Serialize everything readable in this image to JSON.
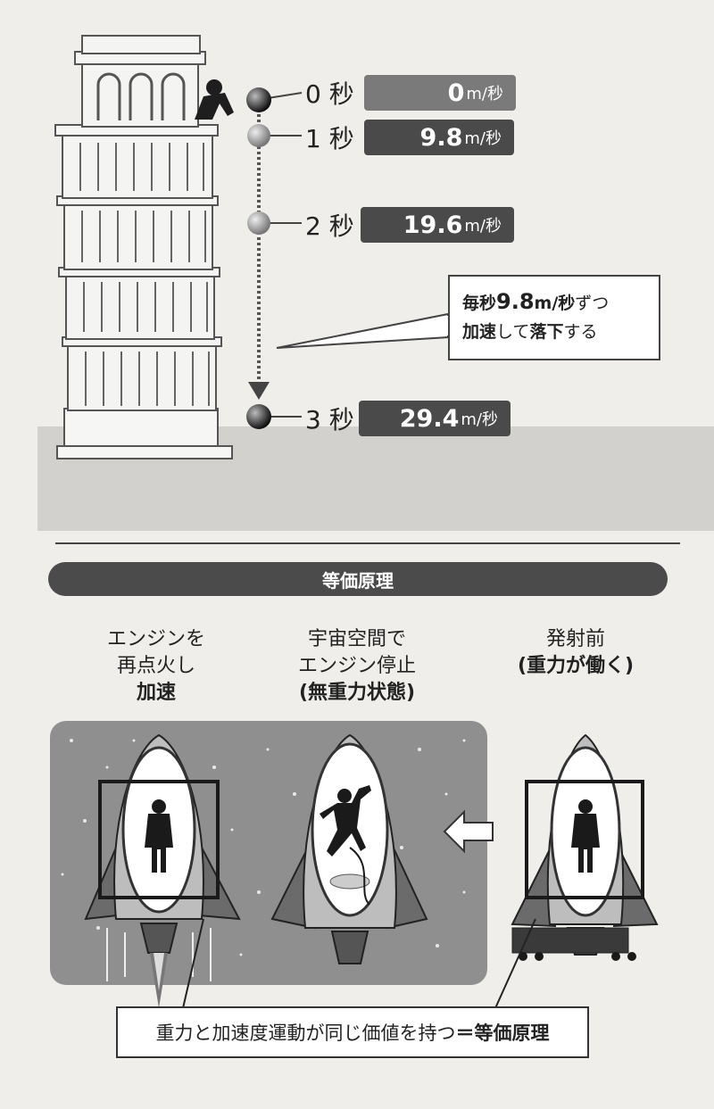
{
  "fall": {
    "times": [
      {
        "label": "0 秒",
        "speed": "0",
        "unit": "m/秒"
      },
      {
        "label": "1 秒",
        "speed": "9.8",
        "unit": "m/秒"
      },
      {
        "label": "2 秒",
        "speed": "19.6",
        "unit": "m/秒"
      },
      {
        "label": "3 秒",
        "speed": "29.4",
        "unit": "m/秒"
      }
    ],
    "callout": {
      "line1_prefix": "毎秒",
      "line1_num": "9.8",
      "line1_unit": "m/秒",
      "line1_suffix": "ずつ",
      "line2_a": "加速",
      "line2_b": "して",
      "line2_c": "落下",
      "line2_d": "する"
    }
  },
  "equivalence": {
    "banner": "等価原理",
    "left": {
      "line1": "エンジンを",
      "line2": "再点火し",
      "line3": "加速"
    },
    "middle": {
      "line1": "宇宙空間で",
      "line2": "エンジン停止",
      "line3": "(無重力状態)"
    },
    "right": {
      "line1": "発射前",
      "line2": "(重力が働く)"
    },
    "bottom_text": "重力と加速度運動が同じ価値を持つ",
    "bottom_bold": "＝等価原理"
  },
  "colors": {
    "badge_dark": "#4a4a4a",
    "badge_light": "#7a7a7a",
    "space": "#8f8f8f"
  }
}
